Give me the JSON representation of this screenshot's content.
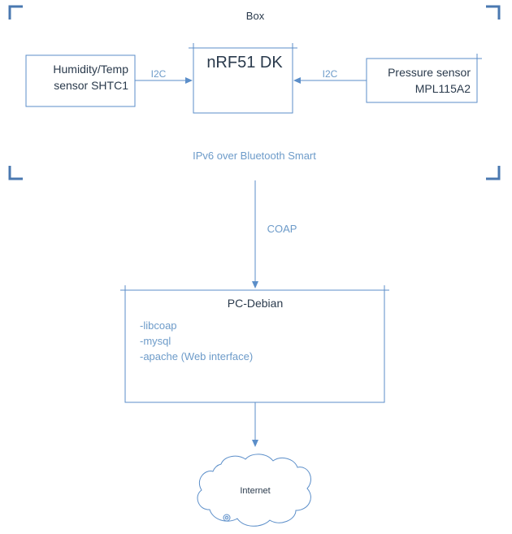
{
  "diagram": {
    "box_label": "Box",
    "humidity_sensor": {
      "line1": "Humidity/Temp",
      "line2": "sensor SHTC1"
    },
    "nrf_board": {
      "label": "nRF51 DK"
    },
    "pressure_sensor": {
      "line1": "Pressure sensor",
      "line2": "MPL115A2"
    },
    "link_left": "I2C",
    "link_right": "I2C",
    "transport_label": "IPv6 over Bluetooth Smart",
    "protocol_label": "COAP",
    "pc": {
      "title": "PC-Debian",
      "items": [
        "-libcoap",
        "-mysql",
        "-apache (Web interface)"
      ]
    },
    "cloud_label": "Internet",
    "colors": {
      "line": "#5b8ec9",
      "corner": "#4a78b0",
      "text_dark": "#2a3a4c",
      "text_accent": "#6d9bc9",
      "cloud_fill": "#ffffff"
    }
  }
}
